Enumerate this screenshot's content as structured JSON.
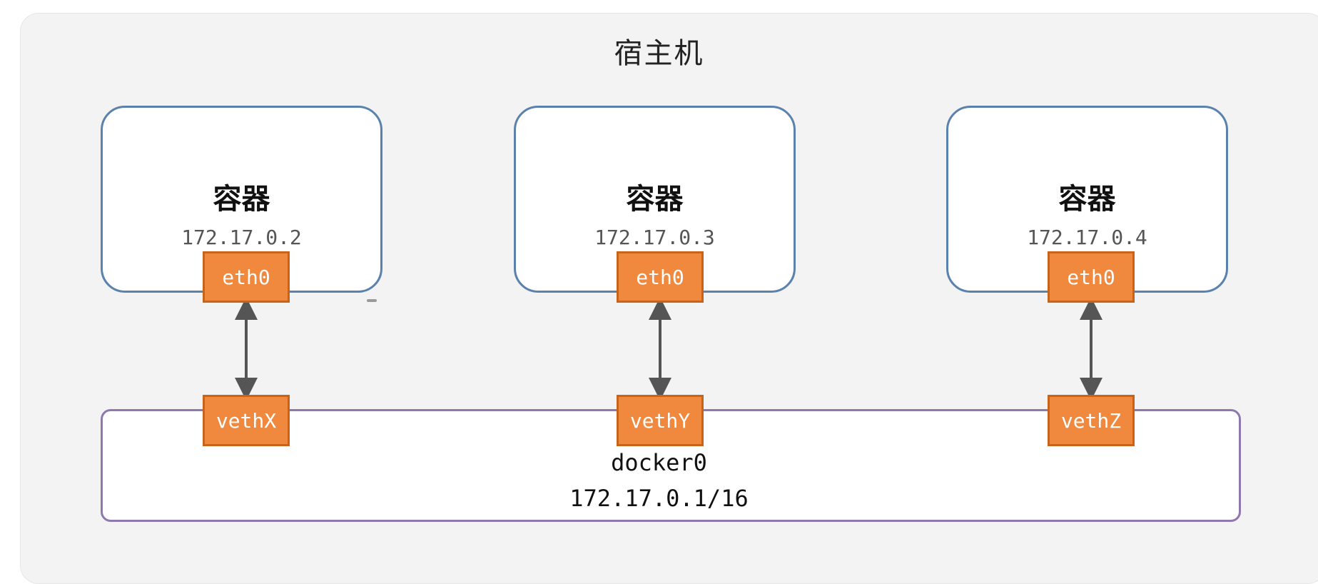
{
  "host": {
    "title": "宿主机"
  },
  "containers": [
    {
      "label": "容器",
      "ip": "172.17.0.2",
      "interface": "eth0",
      "veth": "vethX"
    },
    {
      "label": "容器",
      "ip": "172.17.0.3",
      "interface": "eth0",
      "veth": "vethY"
    },
    {
      "label": "容器",
      "ip": "172.17.0.4",
      "interface": "eth0",
      "veth": "vethZ"
    }
  ],
  "bridge": {
    "name": "docker0",
    "subnet": "172.17.0.1/16"
  },
  "colors": {
    "host_background": "#f3f3f3",
    "container_border": "#5b82ad",
    "interface_fill": "#f0893e",
    "interface_border": "#c8631a",
    "bridge_border": "#8e78ad",
    "link": "#555555"
  }
}
